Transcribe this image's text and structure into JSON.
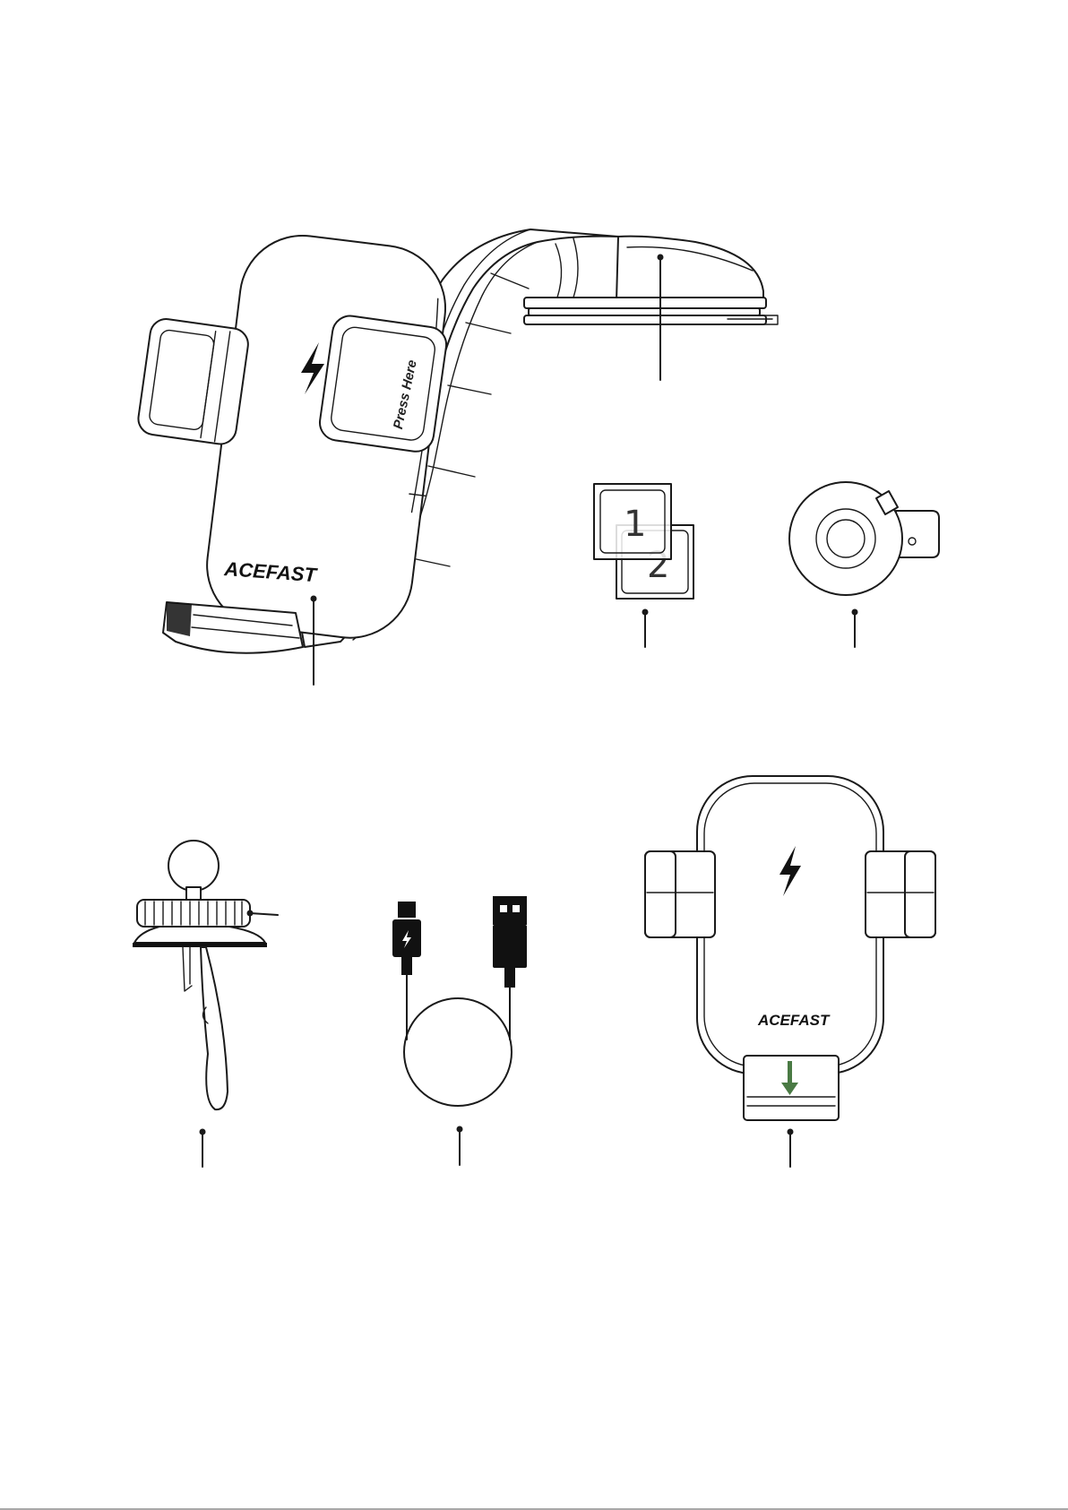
{
  "figure": {
    "brand_logo_large": "ACEFAST",
    "brand_logo_small": "ACEFAST",
    "press_label": "Press Here",
    "sticker_numbers": [
      "1",
      "2"
    ]
  },
  "colors": {
    "line": "#1a1a1a",
    "accent_arrow": "#4a7a44"
  },
  "icons": [
    "lightning-icon",
    "usb-c-connector-icon",
    "usb-a-connector-icon",
    "down-arrow-icon"
  ]
}
